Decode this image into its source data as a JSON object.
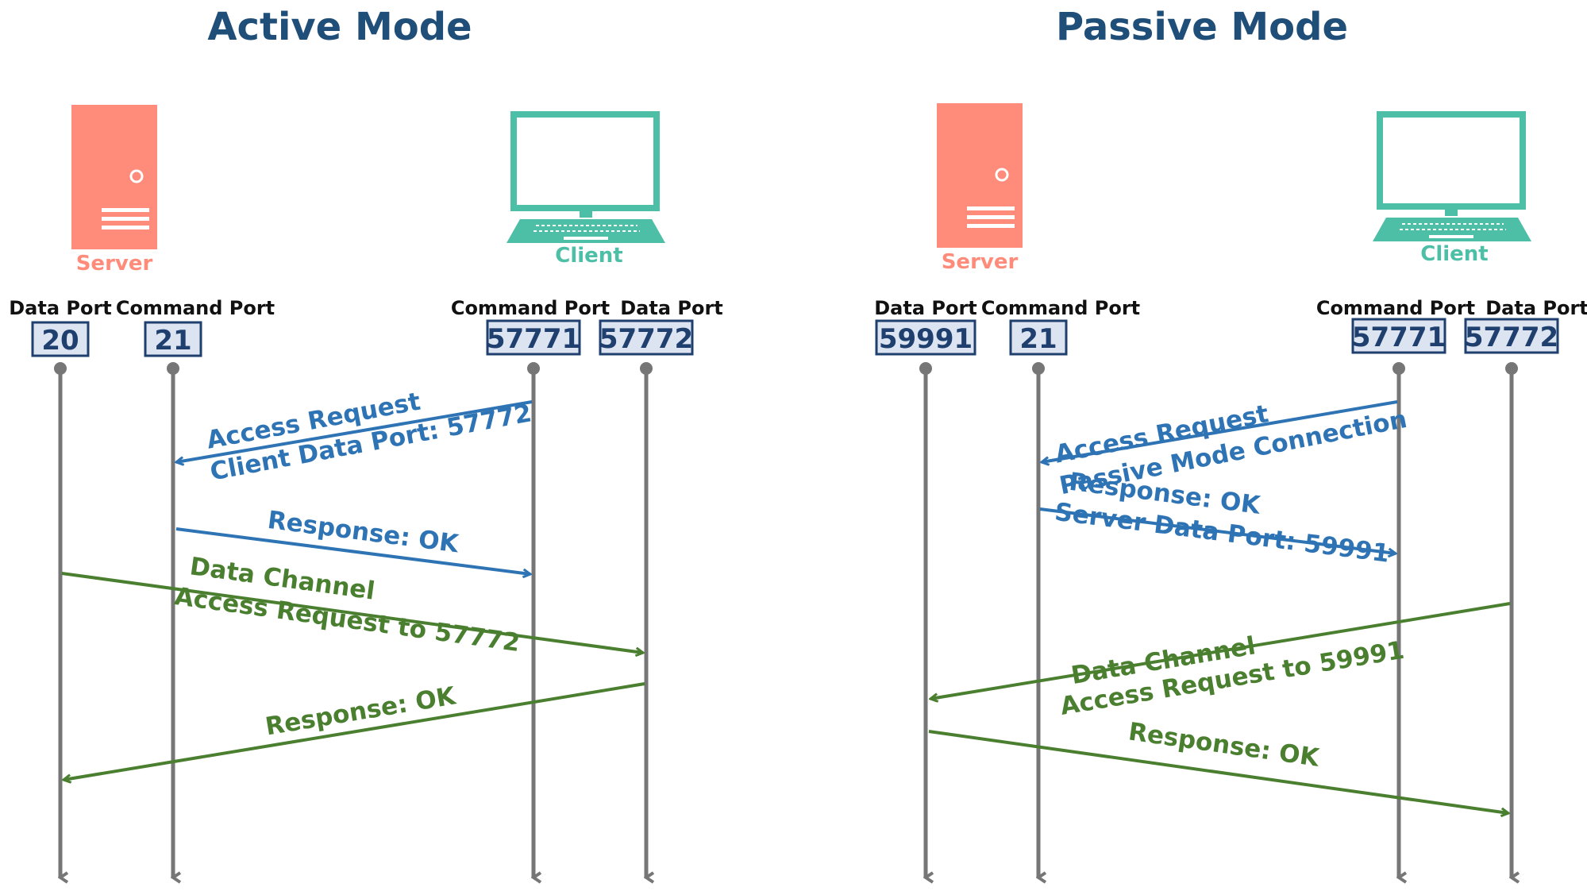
{
  "colors": {
    "title": "#1f4e79",
    "server": "#ff8c7a",
    "client": "#4dbfa6",
    "port_box_fill": "#dce4f2",
    "port_box_stroke": "#1f3f6e",
    "lifeline": "#767676",
    "command_arrow": "#2e74b5",
    "data_arrow": "#4a7f30"
  },
  "active": {
    "title": "Active Mode",
    "server_label": "Server",
    "client_label": "Client",
    "server_data_port": {
      "label": "Data Port",
      "number": "20"
    },
    "server_command_port": {
      "label": "Command Port",
      "number": "21"
    },
    "client_command_port": {
      "label": "Command Port",
      "number": "57771"
    },
    "client_data_port": {
      "label": "Data Port",
      "number": "57772"
    },
    "messages": {
      "m1_line1": "Access Request",
      "m1_line2": "Client Data Port: 57772",
      "m2_line1": "Response: OK",
      "m3_line1": "Data Channel",
      "m3_line2": "Access Request to 57772",
      "m4_line1": "Response: OK"
    }
  },
  "passive": {
    "title": "Passive Mode",
    "server_label": "Server",
    "client_label": "Client",
    "server_data_port": {
      "label": "Data Port",
      "number": "59991"
    },
    "server_command_port": {
      "label": "Command Port",
      "number": "21"
    },
    "client_command_port": {
      "label": "Command Port",
      "number": "57771"
    },
    "client_data_port": {
      "label": "Data Port",
      "number": "57772"
    },
    "messages": {
      "m1_line1": "Access Request",
      "m1_line2": "Passive Mode Connection",
      "m2_line1": "Response: OK",
      "m2_line2": "Server Data Port: 59991",
      "m3_line1": "Data Channel",
      "m3_line2": "Access Request to 59991",
      "m4_line1": "Response: OK"
    }
  }
}
